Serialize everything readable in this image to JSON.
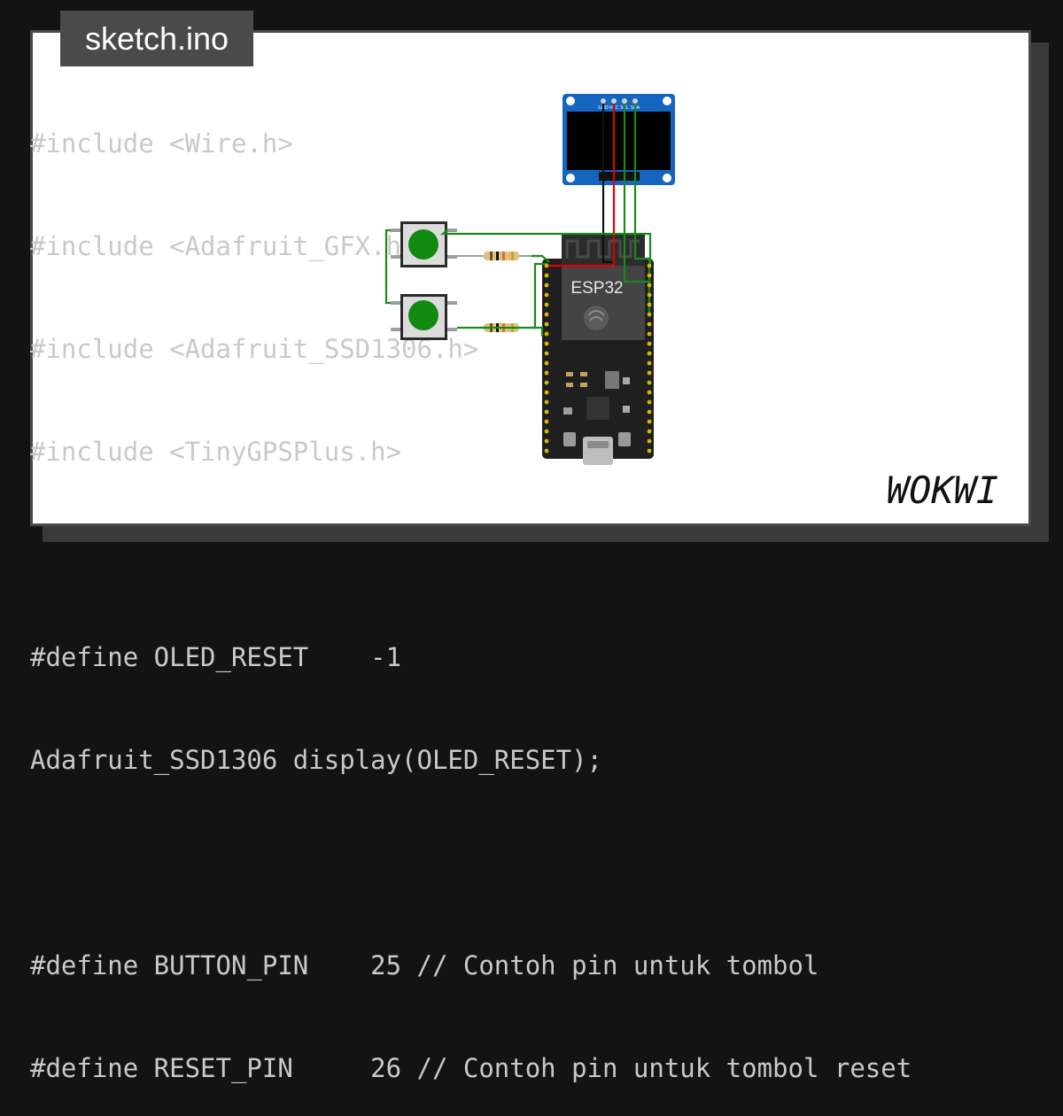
{
  "file_tab": {
    "title": "sketch.ino"
  },
  "code_lines": [
    "#include <Wire.h>",
    "#include <Adafruit_GFX.h>",
    "#include <Adafruit_SSD1306.h>",
    "#include <TinyGPSPlus.h>",
    "",
    "#define OLED_RESET    -1",
    "Adafruit_SSD1306 display(OLED_RESET);",
    "",
    "#define BUTTON_PIN    25 // Contoh pin untuk tombol",
    "#define RESET_PIN     26 // Contoh pin untuk tombol reset"
  ],
  "esp32": {
    "label": "ESP32"
  },
  "oled": {
    "pin_labels": [
      "GND",
      "VCC",
      "SCL",
      "SDA"
    ]
  },
  "brand": {
    "logo_text": "WOKWI"
  },
  "colors": {
    "background": "#131313",
    "card": "#ffffff",
    "tab": "#4a4a4a",
    "code_text": "#c9c9c9",
    "wire_green": "#1a8a1a",
    "wire_red": "#e00000",
    "button_cap": "#118a11",
    "oled_board": "#1565c0"
  }
}
